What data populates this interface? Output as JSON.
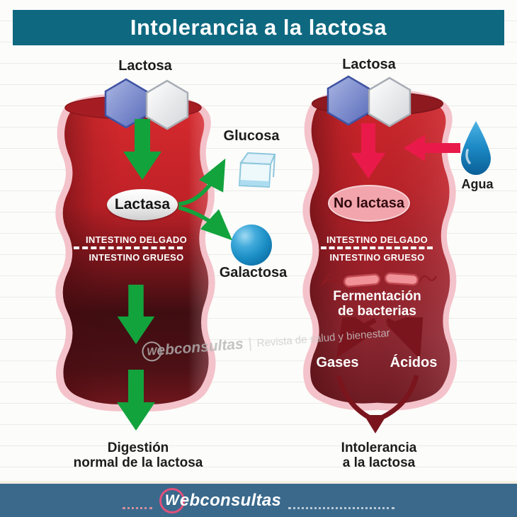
{
  "title": "Intolerancia a la lactosa",
  "left": {
    "substrate": "Lactosa",
    "enzyme": "Lactasa",
    "product1": "Glucosa",
    "product2": "Galactosa",
    "small_intestine": "INTESTINO DELGADO",
    "large_intestine": "INTESTINO GRUESO",
    "outcome1": "Digestión",
    "outcome2": "normal de la lactosa"
  },
  "right": {
    "substrate": "Lactosa",
    "enzyme": "No lactasa",
    "water": "Agua",
    "small_intestine": "INTESTINO DELGADO",
    "large_intestine": "INTESTINO GRUESO",
    "fermentation1": "Fermentación",
    "fermentation2": "de bacterias",
    "gas": "Gases",
    "acid": "Ácidos",
    "outcome1": "Intolerancia",
    "outcome2": "a la lactosa"
  },
  "watermark": {
    "brand_initial": "W",
    "brand_rest": "ebconsultas",
    "divider": "|",
    "tagline": "Revista de salud y bienestar"
  },
  "footer": {
    "brand_initial": "W",
    "brand_rest": "ebconsultas"
  },
  "colors": {
    "banner_teal": "#0e6880",
    "footer_blue": "#3a698c",
    "arrow_green": "#12a33d",
    "arrow_crimson": "#e91a4a",
    "arrow_dark_red": "#7a151d",
    "intestine_red": "#c42329",
    "intestine_dark": "#3f0d11",
    "outline_pink": "#f4c2ca"
  }
}
